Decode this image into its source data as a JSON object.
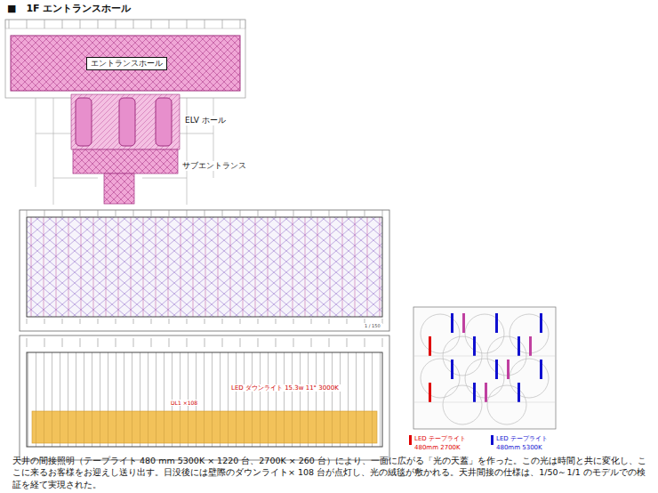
{
  "diagram": {
    "title": "■　1F エントランスホール",
    "caption": "天井の間接照明（テープライト 480 mm 5300K × 1220 台、2700K × 260 台）により、一面に広がる「光の天蓋」を作った。この光は時間と共に変化し、ここに来るお客様をお迎えし送り出す。日没後には壁際のダウンライト× 108 台が点灯し、光の絨毯が敷かれる。天井間接の仕様は、1/50～1/1 のモデルでの検証を経て実現された。",
    "nodes": [
      {
        "text": [
          "エントランスホール"
        ]
      }
    ],
    "labels": [
      "ELV ホール",
      "サブエントランス",
      "1 / 150",
      "LED ダウンライト 15.3w 11° 3000K",
      "DL1 ×108"
    ],
    "legend": [
      {
        "text": "LED テープライト 480mm 2700K",
        "color": "#e00000"
      },
      {
        "text": "LED テープライト 480mm 5300K",
        "color": "#1010d0"
      }
    ]
  }
}
